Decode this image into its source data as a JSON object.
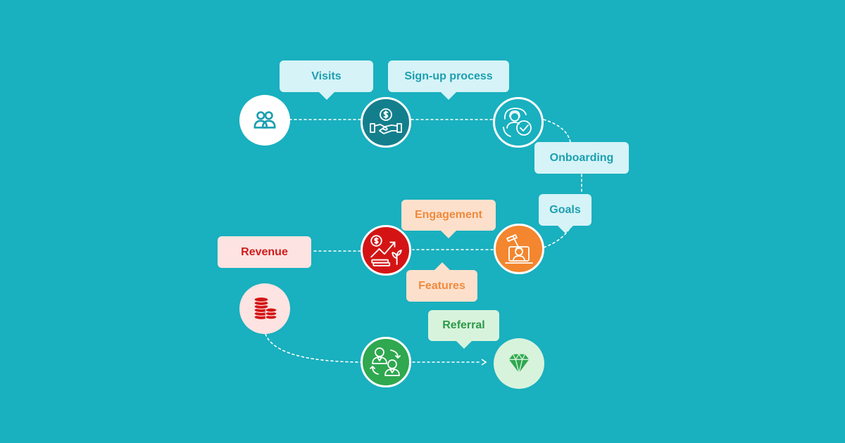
{
  "labels": {
    "visits": "Visits",
    "signup": "Sign-up process",
    "onboarding": "Onboarding",
    "goals": "Goals",
    "engagement": "Engagement",
    "features": "Features",
    "revenue": "Revenue",
    "referral": "Referral"
  },
  "icons": [
    "users-icon",
    "handshake-dollar-icon",
    "support-check-icon",
    "goal-target-person-icon",
    "growth-chart-icon",
    "coins-stack-icon",
    "referral-people-icon",
    "diamond-icon"
  ],
  "colors": {
    "background": "#19b0bf",
    "teal": "#1b9fb0",
    "teal_dark": "#147f8c",
    "orange": "#f3862e",
    "red": "#d41414",
    "green": "#2fa84f",
    "light_teal": "#d6f3f7",
    "light_orange": "#fde0cc",
    "light_red": "#fde3e1",
    "light_green": "#d8f3dc"
  }
}
